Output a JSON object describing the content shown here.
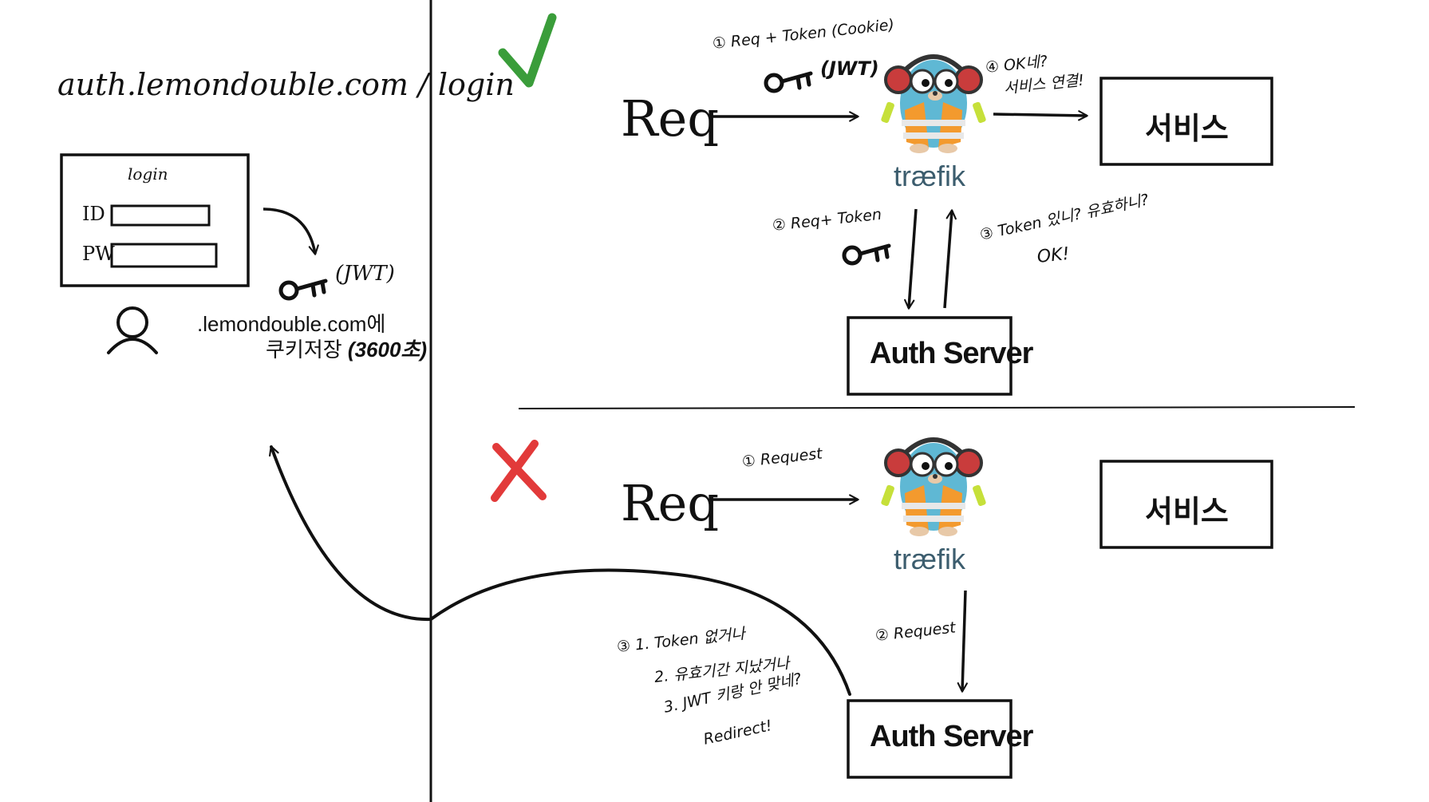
{
  "colors": {
    "ink": "#111111",
    "check": "#3a9d3a",
    "cross": "#e23a3a",
    "gopher_body": "#5fb8d4",
    "vest": "#f39a2e",
    "traefik_text": "#3c5d6e"
  },
  "left": {
    "url": "auth.lemondouble.com / login",
    "login_title": "login",
    "id_label": "ID",
    "pw_label": "PW",
    "jwt_label": "(JWT)",
    "cookie_line1": ".lemondouble.com에",
    "cookie_line2_prefix": "쿠키저장",
    "cookie_line2_suffix": "(3600초)",
    "icons": [
      "user-icon",
      "key-icon"
    ]
  },
  "success_flow": {
    "marker": "check-icon",
    "req": "Req",
    "step1_line1": "① Req + Token (Cookie)",
    "step1_line2": "(JWT)",
    "traefik": "træfik",
    "step4_line1": "④ OK네?",
    "step4_line2": "서비스 연결!",
    "service": "서비스",
    "step2": "② Req+ Token",
    "step3_line1": "③ Token 있니? 유효하니?",
    "step3_line2": "OK!",
    "auth": "Auth Server"
  },
  "failure_flow": {
    "marker": "cross-icon",
    "req": "Req",
    "step1": "① Request",
    "traefik": "træfik",
    "service": "서비스",
    "step2": "② Request",
    "auth": "Auth Server",
    "reasons": [
      "③   1. Token 없거나",
      "2. 유효기간 지났거나",
      "3. JWT 키랑 안 맞네?",
      "Redirect!"
    ]
  }
}
